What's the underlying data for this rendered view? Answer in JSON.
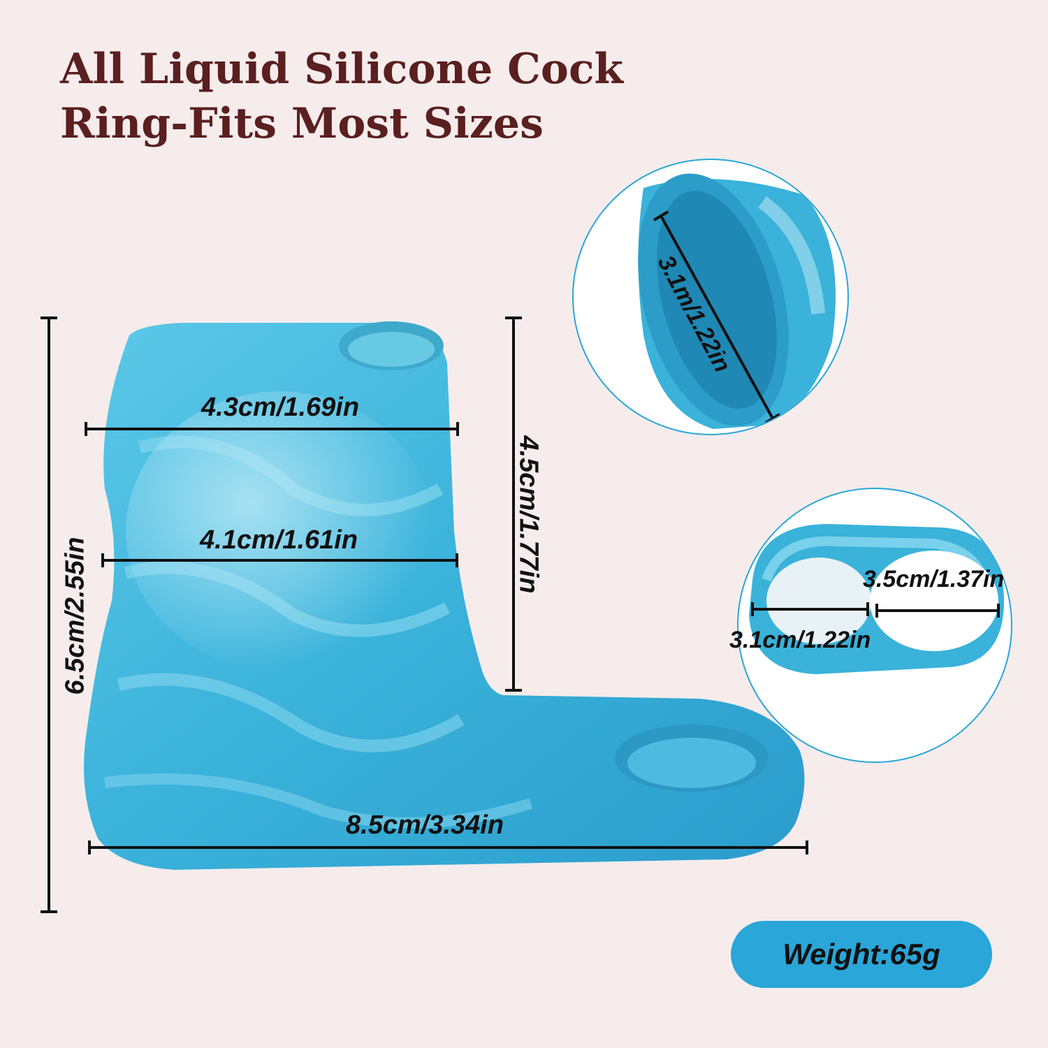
{
  "title": {
    "line1": "All Liquid Silicone Cock",
    "line2": "Ring-Fits Most Sizes"
  },
  "dimensions": {
    "top_width": "4.3cm/1.69in",
    "mid_width": "4.1cm/1.61in",
    "base_length": "8.5cm/3.34in",
    "total_height": "6.5cm/2.55in",
    "sleeve_height": "4.5cm/1.77in",
    "opening_diameter": "3.1m/1.22in",
    "ring_small": "3.1cm/1.22in",
    "ring_large": "3.5cm/1.37in"
  },
  "weight": "Weight:65g",
  "colors": {
    "background": "#f6ecec",
    "title": "#5a1f1f",
    "product": "#3cb6db",
    "accent": "#2aa6d8"
  }
}
